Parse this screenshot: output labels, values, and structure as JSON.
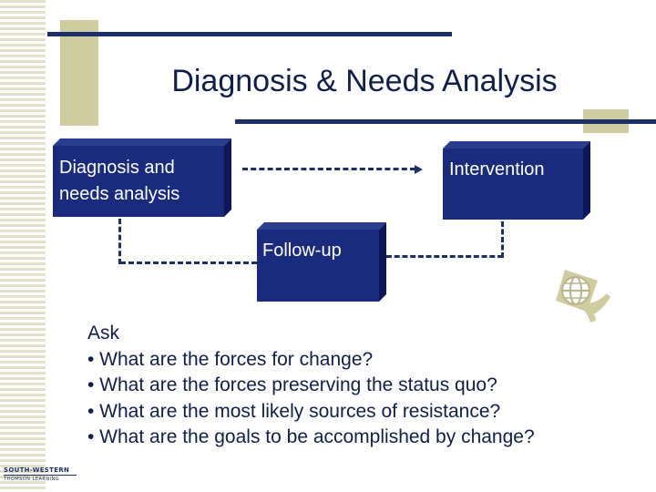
{
  "slide": {
    "title": "Diagnosis & Needs Analysis"
  },
  "diagram": {
    "box_diagnosis_line1": "Diagnosis and",
    "box_diagnosis_line2": "needs analysis",
    "box_intervention": "Intervention",
    "box_followup": "Follow-up"
  },
  "body": {
    "heading": "Ask",
    "bullets": [
      "• What are the forces for change?",
      "• What are the forces preserving the status quo?",
      "• What are the most likely sources of resistance?",
      "• What are the goals to be accomplished by change?"
    ]
  },
  "logo": {
    "line1": "SOUTH-WESTERN",
    "line2": "THOMSON LEARNING"
  },
  "colors": {
    "box_fill": "#1a2b7d",
    "accent_navy": "#1c2f66",
    "accent_tan": "#cfcda0"
  },
  "icons": {
    "decoration": "globe-hand-icon"
  }
}
